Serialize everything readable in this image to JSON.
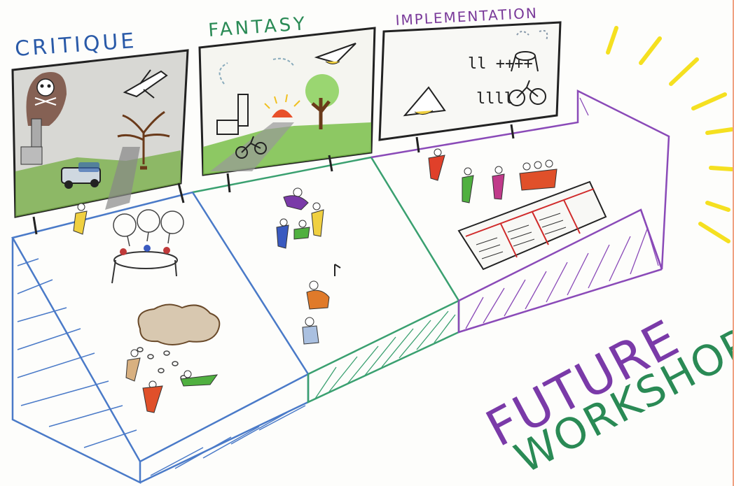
{
  "phases": [
    {
      "label": "CRITIQUE",
      "color": "#2a5aa8"
    },
    {
      "label": "FANTASY",
      "color": "#2a8a55"
    },
    {
      "label": "IMPLEMENTATION",
      "color": "#7a3a9a"
    }
  ],
  "title": {
    "line1": "FUTURE",
    "line2": "WORKSHOP",
    "line1_color": "#7a3aa8",
    "line2_color": "#2a8a55"
  },
  "board_critique": {
    "icons": [
      "skull-icon",
      "airplane-icon",
      "factory-icon",
      "dead-tree-icon",
      "car-icon"
    ]
  },
  "board_fantasy": {
    "icons": [
      "paper-plane-icon",
      "sun-icon",
      "tree-icon",
      "factory-icon",
      "bicycle-icon"
    ]
  },
  "board_implementation": {
    "icons": [
      "paper-plane-icon",
      "tally-icon",
      "tree-stump-icon",
      "bicycle-icon"
    ],
    "tally_top": "ll ++++",
    "tally_bottom": "llll"
  },
  "accent_colors": {
    "sun_rays": "#f5e020",
    "platform_critique": "#4a7ac8",
    "platform_fantasy": "#3aa070",
    "platform_implementation": "#8a4ab8"
  }
}
